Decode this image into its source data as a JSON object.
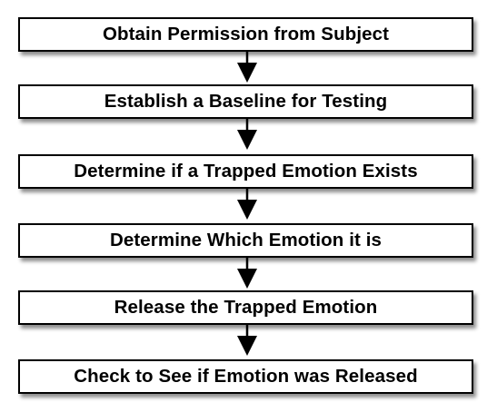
{
  "flowchart": {
    "steps": [
      {
        "label": "Obtain Permission from Subject"
      },
      {
        "label": "Establish a Baseline for Testing"
      },
      {
        "label": "Determine if a Trapped Emotion Exists"
      },
      {
        "label": "Determine Which Emotion it is"
      },
      {
        "label": "Release the Trapped Emotion"
      },
      {
        "label": "Check to See if Emotion was Released"
      }
    ]
  },
  "colors": {
    "box_border": "#000000",
    "box_fill": "#ffffff",
    "arrow": "#000000",
    "text": "#000000"
  }
}
